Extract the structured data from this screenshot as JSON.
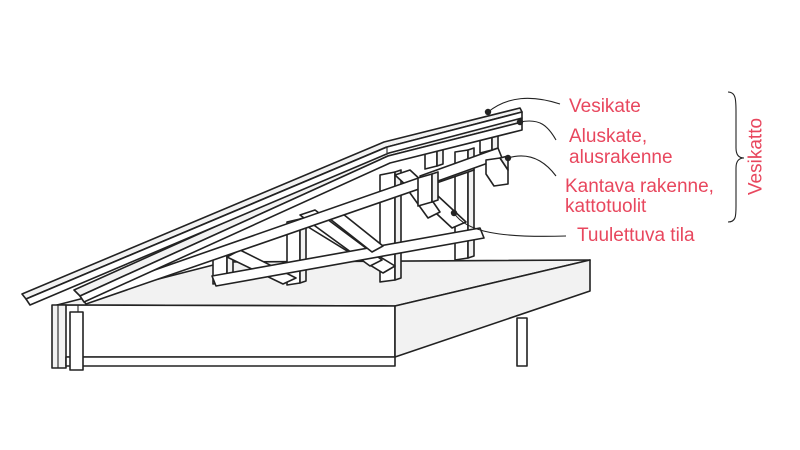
{
  "labels": {
    "vesikate": "Vesikate",
    "aluskate_line1": "Aluskate,",
    "aluskate_line2": "alusrakenne",
    "kantava_line1": "Kantava rakenne,",
    "kantava_line2": "kattotuolit",
    "tuulettuva": "Tuulettuva tila",
    "group": "Vesikatto"
  },
  "colors": {
    "label_text": "#e8475e",
    "line_art": "#222222",
    "fill_light": "#f2f2f2",
    "fill_white": "#ffffff"
  }
}
